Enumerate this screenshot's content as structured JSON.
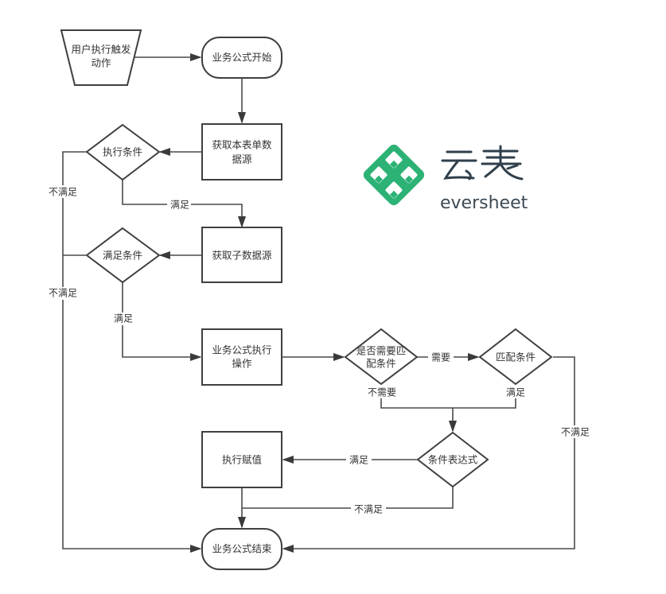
{
  "diagram": {
    "nodes": {
      "trigger": {
        "label_lines": [
          "用户执行触发",
          "动作"
        ],
        "shape": "manual-input"
      },
      "start": {
        "label_lines": [
          "业务公式开始"
        ],
        "shape": "terminator"
      },
      "get_form_data": {
        "label_lines": [
          "获取本表单数",
          "据源"
        ],
        "shape": "process"
      },
      "exec_condition": {
        "label_lines": [
          "执行条件"
        ],
        "shape": "decision"
      },
      "get_sub_data": {
        "label_lines": [
          "获取子数据源"
        ],
        "shape": "process"
      },
      "satisfy_condition": {
        "label_lines": [
          "满足条件"
        ],
        "shape": "decision"
      },
      "exec_operation": {
        "label_lines": [
          "业务公式执行",
          "操作"
        ],
        "shape": "process"
      },
      "need_match": {
        "label_lines": [
          "是否需要匹",
          "配条件"
        ],
        "shape": "decision"
      },
      "match_condition": {
        "label_lines": [
          "匹配条件"
        ],
        "shape": "decision"
      },
      "condition_expr": {
        "label_lines": [
          "条件表达式"
        ],
        "shape": "decision"
      },
      "exec_assign": {
        "label_lines": [
          "执行赋值"
        ],
        "shape": "process"
      },
      "end": {
        "label_lines": [
          "业务公式结束"
        ],
        "shape": "terminator"
      }
    },
    "edges": [
      {
        "from": "trigger",
        "to": "start",
        "label": ""
      },
      {
        "from": "start",
        "to": "get_form_data",
        "label": ""
      },
      {
        "from": "get_form_data",
        "to": "exec_condition",
        "label": ""
      },
      {
        "from": "exec_condition",
        "to": "get_sub_data",
        "label": "满足"
      },
      {
        "from": "exec_condition",
        "to": "end",
        "label": "不满足"
      },
      {
        "from": "get_sub_data",
        "to": "satisfy_condition",
        "label": ""
      },
      {
        "from": "satisfy_condition",
        "to": "exec_operation",
        "label": "满足"
      },
      {
        "from": "satisfy_condition",
        "to": "end",
        "label": "不满足"
      },
      {
        "from": "exec_operation",
        "to": "need_match",
        "label": ""
      },
      {
        "from": "need_match",
        "to": "match_condition",
        "label": "需要"
      },
      {
        "from": "need_match",
        "to": "condition_expr",
        "label": "不需要"
      },
      {
        "from": "match_condition",
        "to": "condition_expr",
        "label": "满足"
      },
      {
        "from": "match_condition",
        "to": "end",
        "label": "不满足"
      },
      {
        "from": "condition_expr",
        "to": "exec_assign",
        "label": "满足"
      },
      {
        "from": "condition_expr",
        "to": "end",
        "label": "不满足"
      },
      {
        "from": "exec_assign",
        "to": "end",
        "label": ""
      }
    ]
  },
  "logo": {
    "chinese": "云表",
    "english": "eversheet",
    "brand_color": "#2db276",
    "text_color": "#2f3f4c"
  }
}
